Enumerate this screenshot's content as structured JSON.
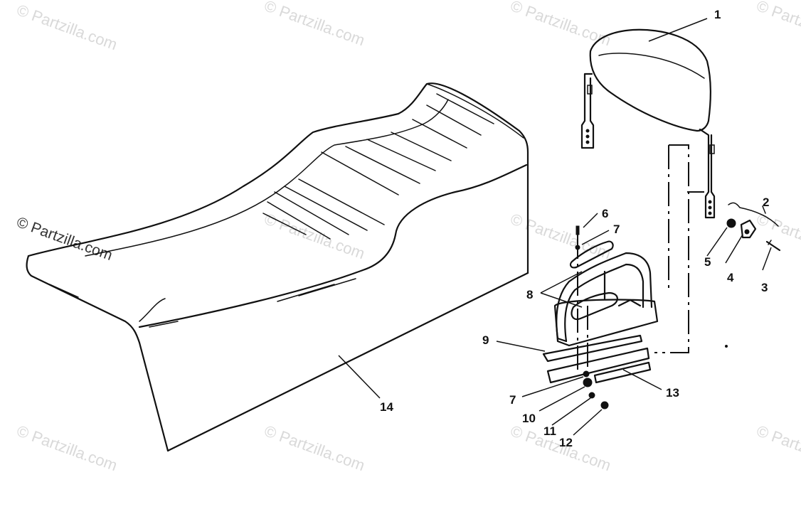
{
  "diagram": {
    "watermark": {
      "text": "© Partzilla.com",
      "text_color": "#d9d9d9",
      "featured_color": "#333333"
    },
    "callouts": [
      {
        "id": "c1",
        "label": "1"
      },
      {
        "id": "c2",
        "label": "2"
      },
      {
        "id": "c3",
        "label": "3"
      },
      {
        "id": "c4",
        "label": "4"
      },
      {
        "id": "c5",
        "label": "5"
      },
      {
        "id": "c6",
        "label": "6"
      },
      {
        "id": "c7a",
        "label": "7"
      },
      {
        "id": "c7b",
        "label": "7"
      },
      {
        "id": "c8",
        "label": "8"
      },
      {
        "id": "c9",
        "label": "9"
      },
      {
        "id": "c10",
        "label": "10"
      },
      {
        "id": "c11",
        "label": "11"
      },
      {
        "id": "c12",
        "label": "12"
      },
      {
        "id": "c13",
        "label": "13"
      },
      {
        "id": "c14",
        "label": "14"
      }
    ]
  }
}
